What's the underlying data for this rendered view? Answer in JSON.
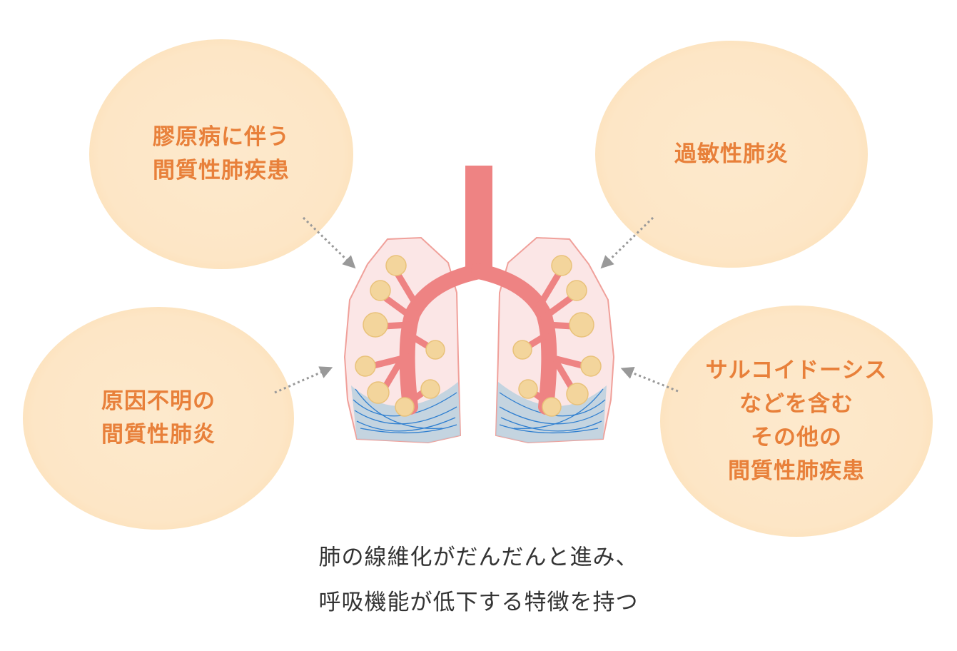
{
  "bubbles": {
    "top_left": {
      "lines": [
        "膠原病に伴う",
        "間質性肺疾患"
      ]
    },
    "top_right": {
      "lines": [
        "過敏性肺炎"
      ]
    },
    "bottom_left": {
      "lines": [
        "原因不明の",
        "間質性肺炎"
      ]
    },
    "bottom_right": {
      "lines": [
        "サルコイドーシス",
        "などを含む",
        "その他の",
        "間質性肺疾患"
      ]
    }
  },
  "caption": {
    "line1": "肺の線維化がだんだんと進み、",
    "line2": "呼吸機能が低下する特徴を持つ"
  },
  "colors": {
    "bubble_text": "#e8803a",
    "bubble_fill": "#fde8c8",
    "airway": "#ee8383",
    "lung_fill": "#fbe6e6",
    "fibrosis": "#2f7fd0",
    "arrow": "#999999"
  }
}
